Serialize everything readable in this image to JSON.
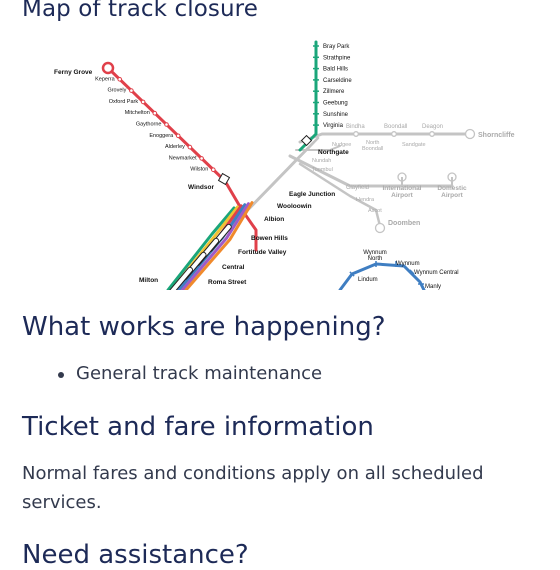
{
  "headings": {
    "map": "Map of track closure",
    "works": "What works are happening?",
    "ticket": "Ticket and fare information",
    "assist": "Need assistance?"
  },
  "works_items": [
    "General track maintenance"
  ],
  "ticket_text": "Normal fares and conditions apply on all scheduled services.",
  "map": {
    "red_line": {
      "color": "#e0404a",
      "terminus": "Ferny Grove",
      "stations": [
        "Keperra",
        "Grovely",
        "Oxford Park",
        "Mitchelton",
        "Gaythorne",
        "Enoggera",
        "Alderley",
        "Newmarket",
        "Wilston"
      ],
      "junction": "Windsor"
    },
    "green_line": {
      "color": "#1aa67a",
      "stations": [
        "Bray Park",
        "Strathpine",
        "Bald Hills",
        "Carseldine",
        "Zillmere",
        "Geebung",
        "Sunshine",
        "Virginia"
      ]
    },
    "northgate": "Northgate",
    "closed_stations": {
      "shorncliffe": [
        "Bindha",
        "Boondall",
        "Deagon"
      ],
      "shorncliffe_lower": [
        "Nudgee",
        "North Boondall",
        "Sandgate"
      ],
      "shorncliffe_end": "Shorncliffe",
      "nundah": [
        "Nundah",
        "Toombul"
      ],
      "airport": [
        "Clayfield",
        "Hendra",
        "Ascot"
      ],
      "airport_stops": [
        "International Airport",
        "Domestic Airport"
      ]
    },
    "eagle_junction": "Eagle Junction",
    "wooloowin": "Wooloowin",
    "doomben": "Doomben",
    "core_stations": [
      "Albion",
      "Bowen Hills",
      "Fortitude Valley",
      "Central",
      "Roma Street",
      "Milton"
    ],
    "blue_line": {
      "color": "#3f7ec2",
      "stations": [
        "Wynnum North",
        "Wynnum",
        "Wynnum Central",
        "Lindum",
        "Manly"
      ]
    },
    "rainbow_colors": [
      "#1aa67a",
      "#f1c232",
      "#e0404a",
      "#3f7ec2",
      "#a05bc7",
      "#f08a2c"
    ],
    "closed_color": "#c4c4c4"
  }
}
